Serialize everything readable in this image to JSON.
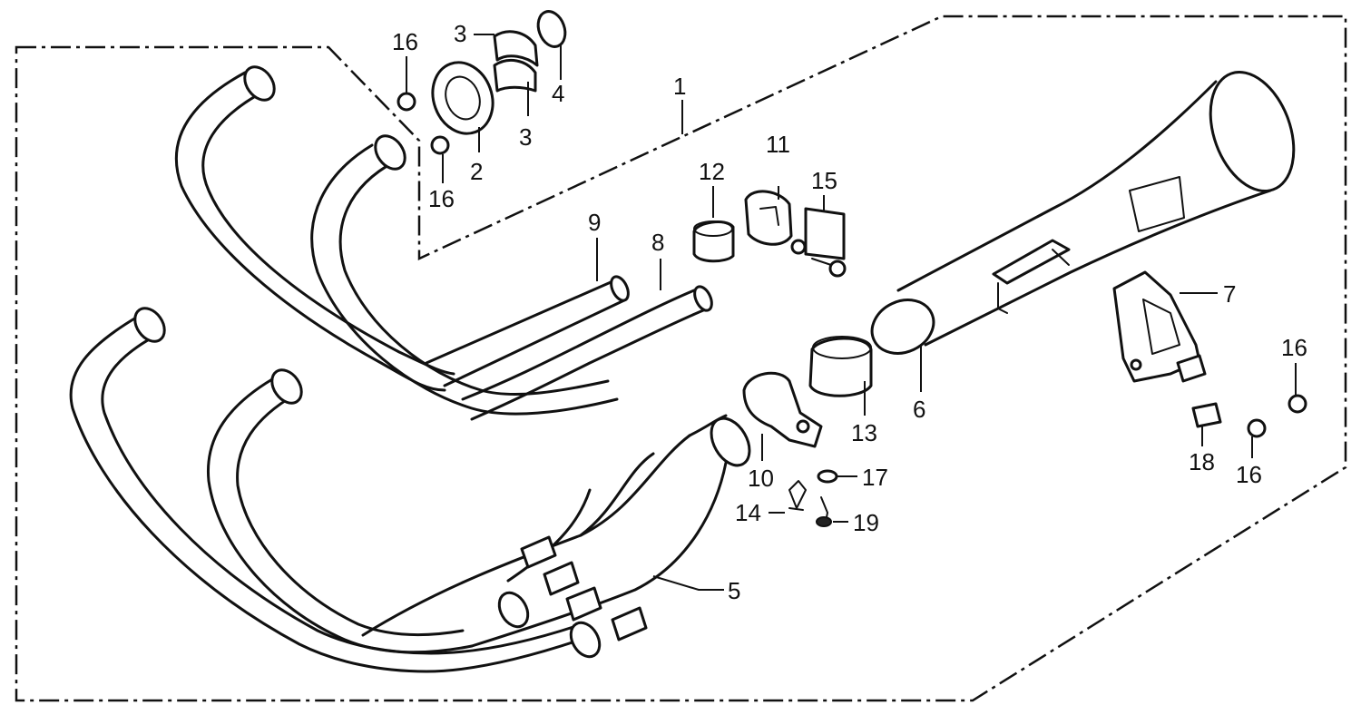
{
  "callouts": [
    {
      "id": "c1",
      "text": "1"
    },
    {
      "id": "c2",
      "text": "2"
    },
    {
      "id": "c3a",
      "text": "3"
    },
    {
      "id": "c3b",
      "text": "3"
    },
    {
      "id": "c4",
      "text": "4"
    },
    {
      "id": "c5",
      "text": "5"
    },
    {
      "id": "c6",
      "text": "6"
    },
    {
      "id": "c7",
      "text": "7"
    },
    {
      "id": "c8",
      "text": "8"
    },
    {
      "id": "c9",
      "text": "9"
    },
    {
      "id": "c10",
      "text": "10"
    },
    {
      "id": "c11",
      "text": "11"
    },
    {
      "id": "c12",
      "text": "12"
    },
    {
      "id": "c13",
      "text": "13"
    },
    {
      "id": "c14",
      "text": "14"
    },
    {
      "id": "c15",
      "text": "15"
    },
    {
      "id": "c16a",
      "text": "16"
    },
    {
      "id": "c16b",
      "text": "16"
    },
    {
      "id": "c16c",
      "text": "16"
    },
    {
      "id": "c16d",
      "text": "16"
    },
    {
      "id": "c17",
      "text": "17"
    },
    {
      "id": "c18",
      "text": "18"
    },
    {
      "id": "c19",
      "text": "19"
    }
  ]
}
